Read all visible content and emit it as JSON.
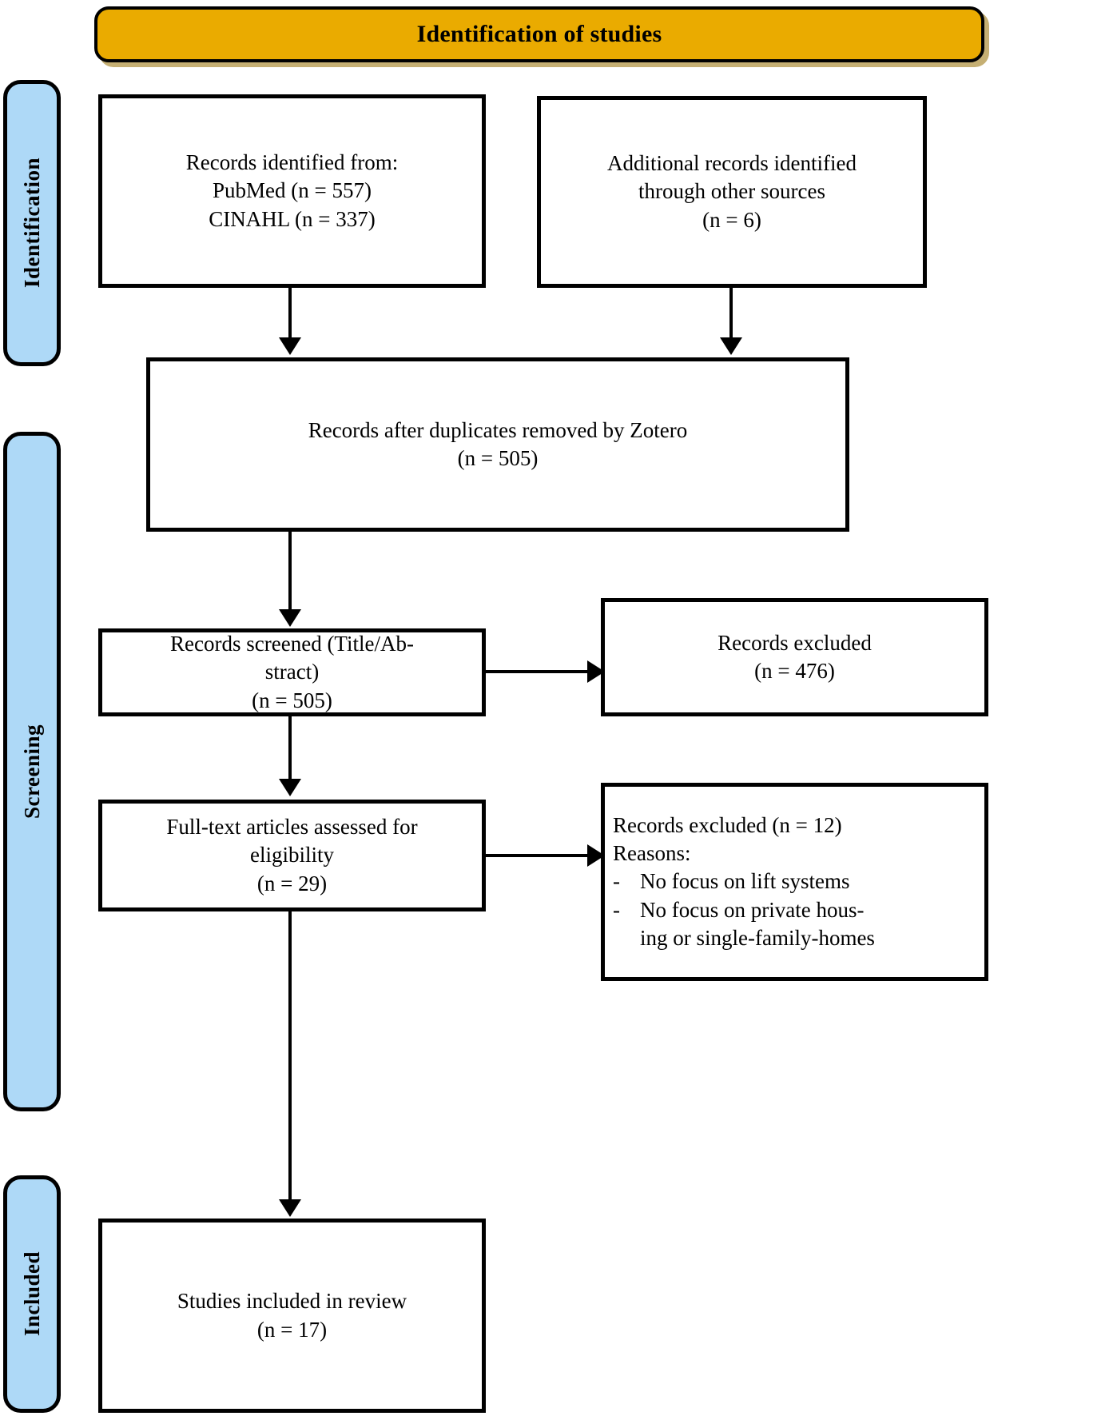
{
  "diagram": {
    "title": "Identification of studies",
    "type": "prisma-flow-diagram",
    "colors": {
      "banner": "#EAAB00",
      "stage_tab": "#AED9F7",
      "box_border": "#000000",
      "box_fill": "#FFFFFF"
    }
  },
  "stages": [
    {
      "id": "identification",
      "label": "Identification"
    },
    {
      "id": "screening",
      "label": "Screening"
    },
    {
      "id": "included",
      "label": "Included"
    }
  ],
  "nodes": {
    "records_identified": {
      "lines": [
        "Records identified from:",
        "PubMed (n = 557)",
        "CINAHL (n = 337)"
      ]
    },
    "additional_records": {
      "lines": [
        "Additional records identified",
        "through other sources",
        "(n = 6)"
      ]
    },
    "after_duplicates": {
      "lines": [
        "Records after duplicates removed by Zotero",
        "(n = 505)"
      ]
    },
    "records_screened": {
      "lines": [
        "Records screened (Title/Ab-",
        "stract)",
        "(n = 505)"
      ]
    },
    "records_excluded_screening": {
      "lines": [
        "Records excluded",
        "(n = 476)"
      ]
    },
    "fulltext_assessed": {
      "lines": [
        "Full-text articles assessed for",
        "eligibility",
        "(n = 29)"
      ]
    },
    "records_excluded_eligibility": {
      "heading": "Records excluded (n = 12)",
      "reasons_label": "Reasons:",
      "bullet": "-",
      "reasons": [
        [
          "No focus on lift systems"
        ],
        [
          "No focus on private hous-",
          "ing or single-family-homes"
        ]
      ]
    },
    "studies_included": {
      "lines": [
        "Studies included in review",
        "(n = 17)"
      ]
    }
  },
  "counts": {
    "pubmed": 557,
    "cinahl": 337,
    "other_sources": 6,
    "after_duplicates": 505,
    "screened": 505,
    "excluded_screening": 476,
    "fulltext_assessed": 29,
    "excluded_eligibility": 12,
    "included": 17
  }
}
